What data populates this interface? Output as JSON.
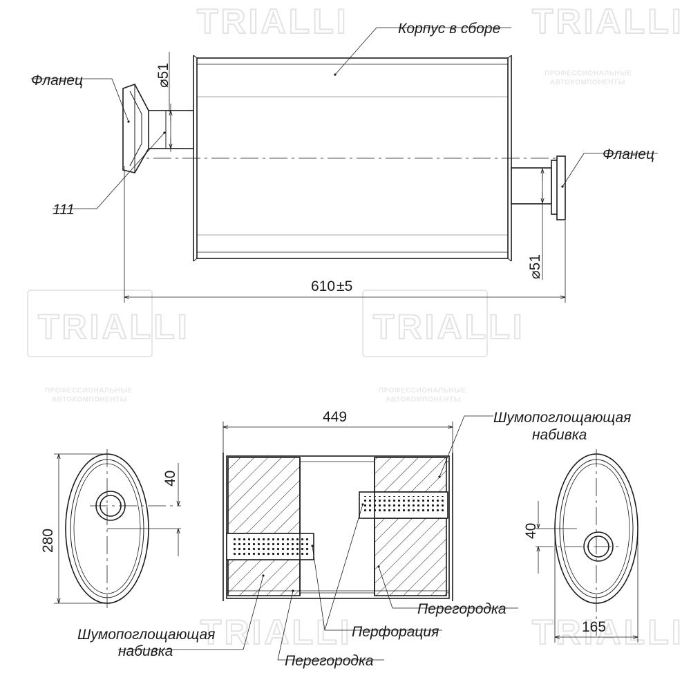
{
  "watermark": {
    "brand": "TRIALLI",
    "tagline_line1": "ПРОФЕССИОНАЛЬНЫЕ",
    "tagline_line2": "АВТОКОМПОНЕНТЫ"
  },
  "labels": {
    "housing": "Корпус в сборе",
    "flange_left": "Фланец",
    "flange_right": "Фланец",
    "flange_size": "111",
    "packing_top_line1": "Шумопоглощающая",
    "packing_top_line2": "набивка",
    "packing_bottom_line1": "Шумопоглощающая",
    "packing_bottom_line2": "набивка",
    "partition_right": "Перегородка",
    "perforation": "Перфорация",
    "partition_bottom": "Перегородка"
  },
  "dimensions": {
    "total_length": "610",
    "total_length_tol": "±5",
    "pipe_inlet_diameter": "⌀51",
    "pipe_outlet_diameter": "⌀51",
    "body_length": "449",
    "height": "280",
    "inlet_offset": "40",
    "outlet_offset": "40",
    "width": "165"
  }
}
